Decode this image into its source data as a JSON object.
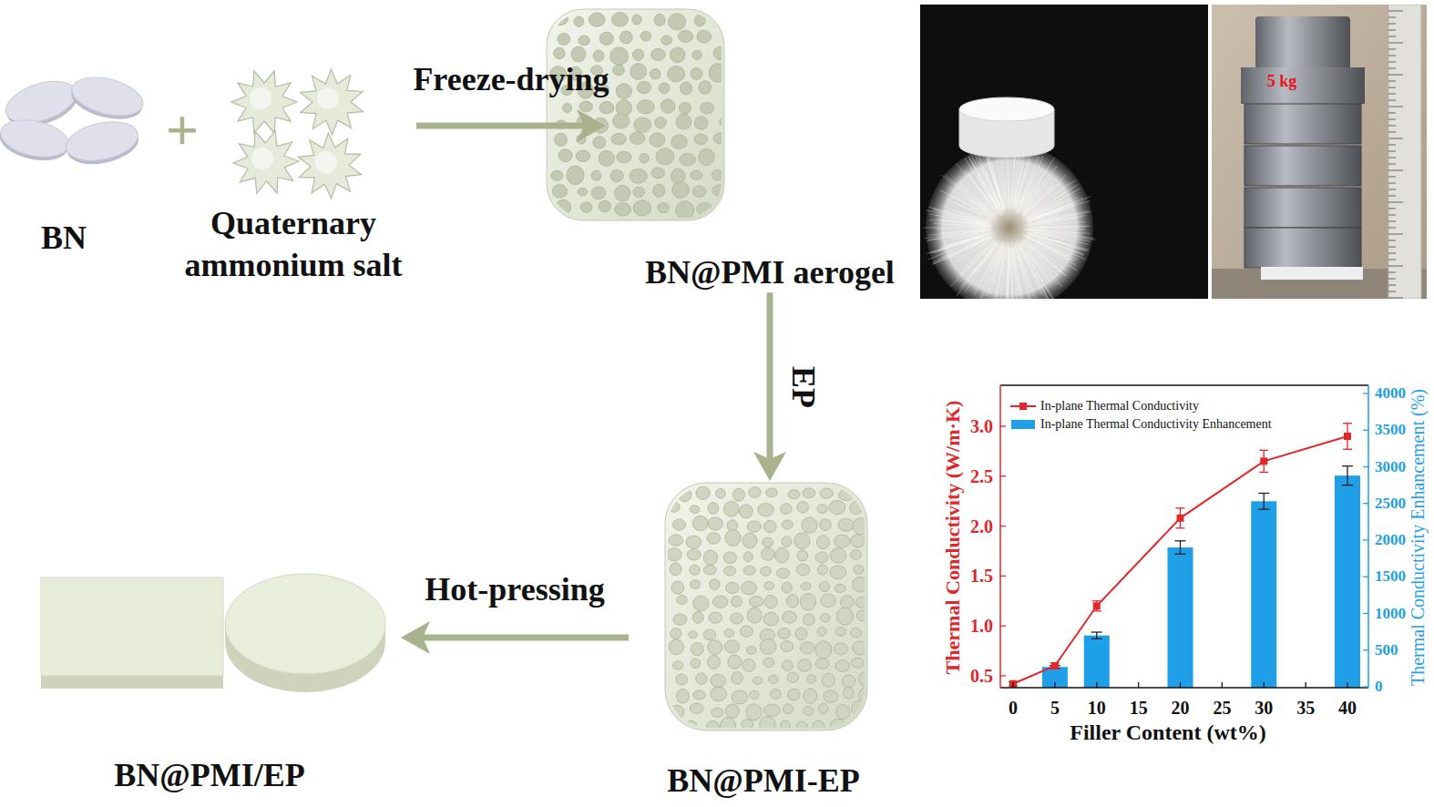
{
  "diagram": {
    "nodes": [
      {
        "text": [
          "BN"
        ]
      },
      {
        "text": [
          "Quaternary ammonium salt"
        ]
      },
      {
        "text": [
          "BN@PMI aerogel"
        ]
      },
      {
        "text": [
          "BN@PMI-EP"
        ]
      },
      {
        "text": [
          "BN@PMI/EP"
        ]
      }
    ],
    "edges": [
      {
        "from": 1,
        "to": 2,
        "arrow": "to",
        "label": "Freeze-drying"
      },
      {
        "from": 2,
        "to": 3,
        "arrow": "to",
        "label": "EP"
      },
      {
        "from": 3,
        "to": 4,
        "arrow": "to",
        "label": "Hot-pressing"
      }
    ],
    "labels": [
      "+",
      "5 kg",
      "Thermal Conductivity (W/m·K)",
      "Thermal Conductivity Enhancement (%)",
      "Filler Content (wt%)",
      "0",
      "5",
      "10",
      "15",
      "20",
      "25",
      "30",
      "35",
      "40",
      "0.5",
      "1.0",
      "1.5",
      "2.0",
      "2.5",
      "3.0",
      "0",
      "500",
      "1000",
      "1500",
      "2000",
      "2500",
      "3000",
      "3500",
      "4000"
    ],
    "legend": [
      {
        "text": "In-plane Thermal Conductivity"
      },
      {
        "text": "In-plane Thermal Conductivity Enhancement",
        "color": "#1e9fe8"
      }
    ]
  }
}
